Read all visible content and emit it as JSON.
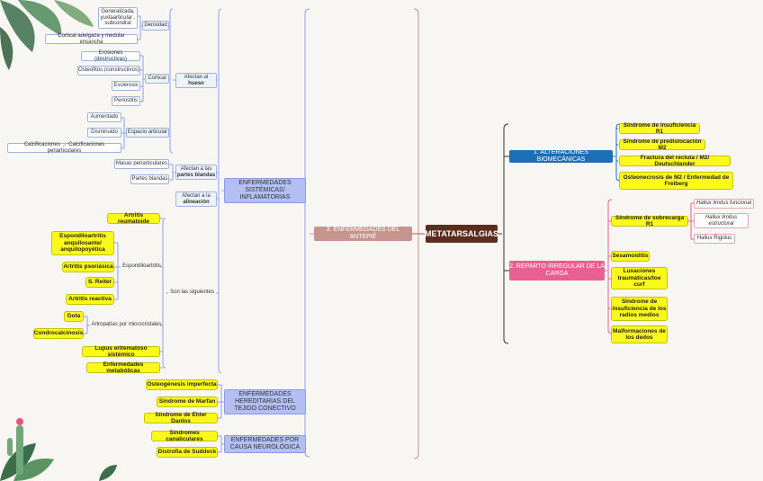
{
  "root": "METATARSALGIAS",
  "center": "3. ENFERMEDADES DEL ANTEPIÉ",
  "left": {
    "sistemicas": {
      "label": "ENFERMEDADES SISTÉMICAS/ INFLAMATORIAS",
      "hueso": {
        "prefix": "Afectan al",
        "bold": "hueso",
        "densidad": {
          "label": "Densidad",
          "items": [
            "Generalizada, yuxtaarticular , subcondral",
            "Cortical adelgaza y medular ensancha"
          ]
        },
        "cortical": {
          "label": "Cortical",
          "items": [
            "Erosiones (destructivas)",
            "Osteofitos (constructivos)",
            "Esclerosis",
            "Periostitis"
          ]
        },
        "espacio": {
          "label": "Espacio articular",
          "items": [
            "Aumentado",
            "Disminuido",
            "Calcificaciones → Calcificaciones periarticulares"
          ]
        }
      },
      "blandas": {
        "prefix": "Afectan a las",
        "bold": "partes blandas",
        "items": [
          "Masas periarticulares",
          "Partes blandas"
        ]
      },
      "alineacion": {
        "prefix": "Afectan a la",
        "bold": "alineación"
      },
      "siguientes": {
        "label": "Son las siguientes",
        "artritis": "Artritis reumatoide",
        "espondilo": {
          "label": "Espondiloartritis",
          "items": [
            "Espondiloartritis anquilosante/ anquilopoyética",
            "Artritis psoriásica",
            "S. Reiter",
            "Artritis reactiva"
          ]
        },
        "microcristales": {
          "label": "Artropatías por microcristales",
          "items": [
            "Gota",
            "Condrocalcinosis"
          ]
        },
        "lupus": "Lupus eritematoso sistémico",
        "metabolicas": "Enfermedades metabólicas"
      }
    },
    "hereditarias": {
      "label": "ENFERMEDADES HEREDITARIAS DEL TEJIDO CONECTIVO",
      "items": [
        "Osteogénesis imperfecta",
        "Síndrome de Marfan",
        "Síndrome de Ehler Danlos"
      ]
    },
    "neurologica": {
      "label": "ENFERMEDADES POR CAUSA NEUROLÓGICA",
      "items": [
        "Síndromes canaliculares",
        "Distrofia de Suddeck"
      ]
    }
  },
  "right": {
    "biomecanicas": {
      "label": "1. ALTERACIONES BIOMECÁNICAS",
      "items": [
        "Síndrome de insuficiencia R1",
        "Síndrome de predislocación M2",
        "Fractura del recluta / M2/ Deutschlander",
        "Osteonecrosis de M2 / Enfermedad de Freiberg"
      ]
    },
    "reparto": {
      "label": "2. REPARTO IRREGULAR DE LA CARGA",
      "sobrecarga": {
        "label": "Síndrome de sobrecarga R1",
        "items": [
          "Hallux limitus funcional",
          "Hallux limitus estructural",
          "Hallux Rigidus"
        ]
      },
      "items": [
        "Sesamoiditis",
        "Luxaciones traumáticas/toe curf",
        "Síndrome de insuficiencia de los radios medios",
        "Malformaciones de los dedos"
      ]
    }
  },
  "colors": {
    "root": "#5c2c1f",
    "center": "#c5958d",
    "biomecanicas": "#1d6fb5",
    "reparto": "#e86090",
    "category": "#b3bff2",
    "highlight": "#fbf81c",
    "leaf_border": "#9db6d8"
  }
}
